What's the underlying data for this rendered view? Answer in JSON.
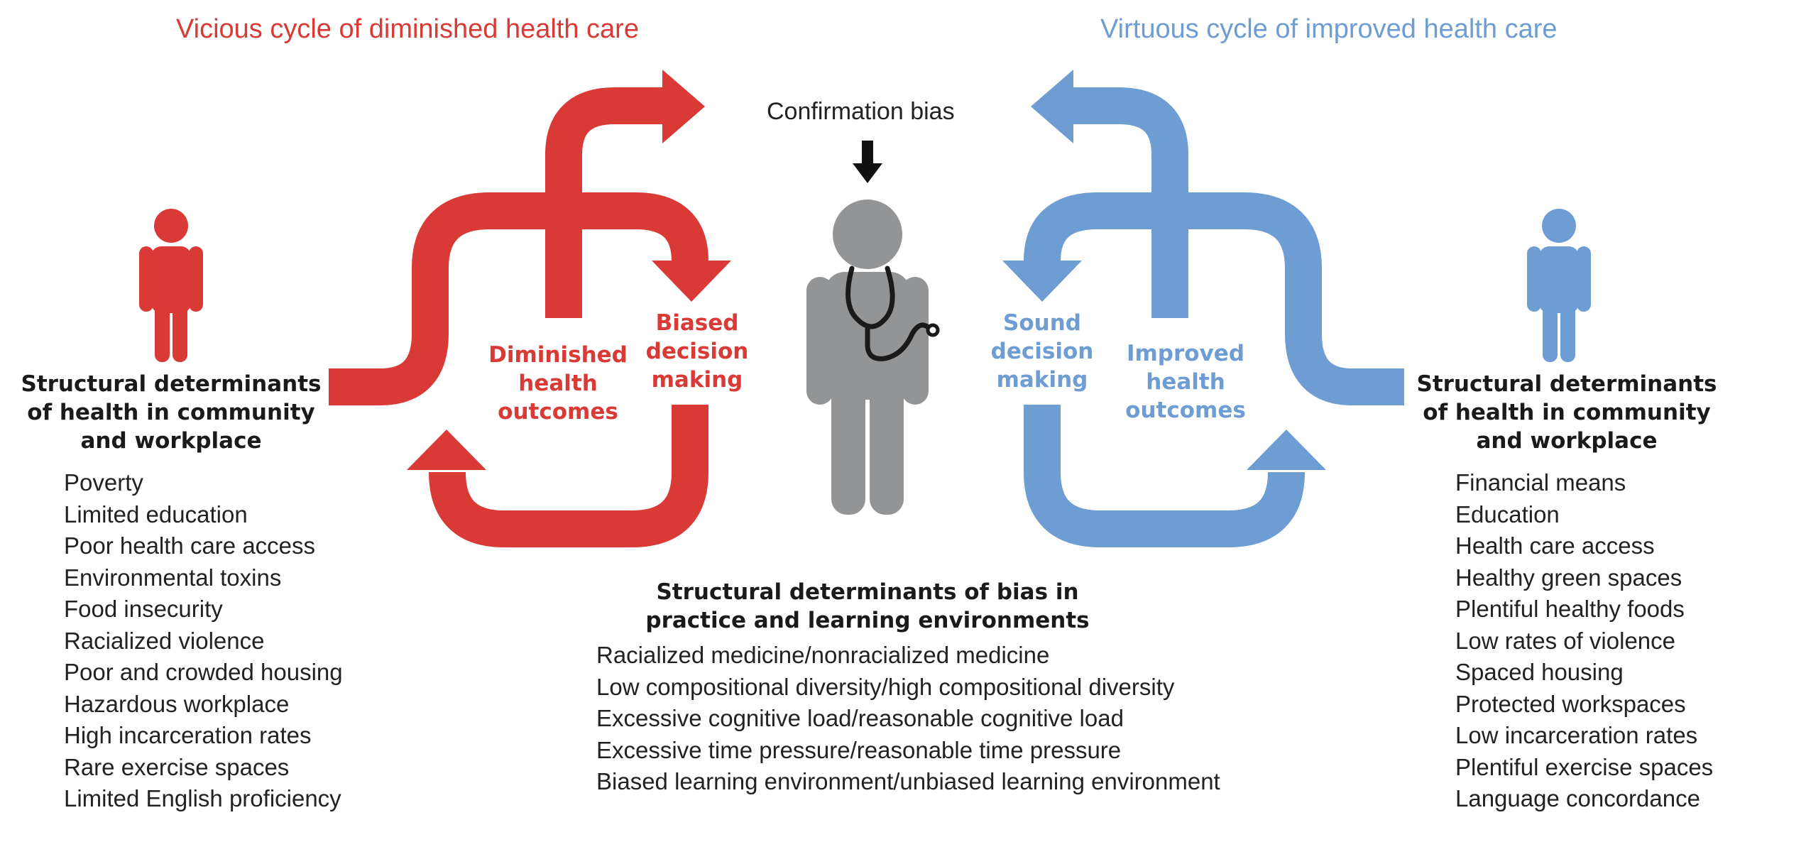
{
  "titles": {
    "vicious": "Vicious cycle of diminished health care",
    "virtuous": "Virtuous cycle of improved health care"
  },
  "center": {
    "confirmation_bias": "Confirmation bias",
    "bias_heading_line1": "Structural determinants of bias in",
    "bias_heading_line2": "practice and learning environments",
    "bias_items": [
      "Racialized medicine/nonracialized medicine",
      "Low compositional diversity/high compositional diversity",
      "Excessive cognitive load/reasonable cognitive load",
      "Excessive time pressure/reasonable time pressure",
      "Biased learning environment/unbiased learning environment"
    ]
  },
  "left": {
    "heading_line1": "Structural determinants",
    "heading_line2": "of health in community",
    "heading_line3": "and workplace",
    "items": [
      "Poverty",
      "Limited education",
      "Poor health care access",
      "Environmental toxins",
      "Food insecurity",
      "Racialized violence",
      "Poor and crowded housing",
      "Hazardous workplace",
      "High incarceration rates",
      "Rare exercise spaces",
      "Limited English proficiency"
    ],
    "outcome_lines": [
      "Diminished",
      "health",
      "outcomes"
    ],
    "decision_lines": [
      "Biased",
      "decision",
      "making"
    ]
  },
  "right": {
    "heading_line1": "Structural determinants",
    "heading_line2": "of health in community",
    "heading_line3": "and workplace",
    "items": [
      "Financial means",
      "Education",
      "Health care access",
      "Healthy green spaces",
      "Plentiful healthy foods",
      "Low rates of violence",
      "Spaced housing",
      "Protected workspaces",
      "Low incarceration rates",
      "Plentiful exercise spaces",
      "Language concordance"
    ],
    "outcome_lines": [
      "Improved",
      "health",
      "outcomes"
    ],
    "decision_lines": [
      "Sound",
      "decision",
      "making"
    ]
  },
  "icons": {
    "left_person": "person-icon",
    "right_person": "person-icon",
    "doctor": "doctor-with-stethoscope-icon",
    "bias_arrow": "down-arrow-icon"
  },
  "colors": {
    "vicious": "#d93a36",
    "virtuous": "#6d9dd3",
    "doctor": "#939496",
    "text": "#222222"
  }
}
